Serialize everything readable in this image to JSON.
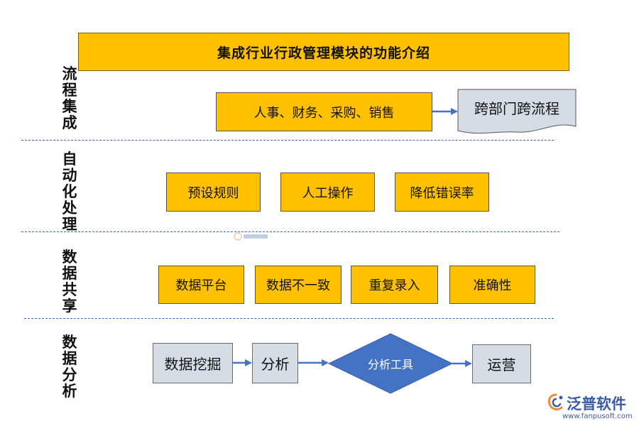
{
  "title": "集成行业行政管理模块的功能介绍",
  "sections": [
    {
      "label": "流程集成",
      "boxes": [
        "人事、财务、采购、销售"
      ],
      "document": "跨部门跨流程"
    },
    {
      "label": "自动化处理",
      "boxes": [
        "预设规则",
        "人工操作",
        "降低错误率"
      ]
    },
    {
      "label": "数据共享",
      "boxes": [
        "数据平台",
        "数据不一致",
        "重复录入",
        "准确性"
      ]
    },
    {
      "label": "数据分析",
      "boxes": [
        "数据挖掘",
        "分析"
      ],
      "decision": "分析工具",
      "result": "运营"
    }
  ],
  "logo": {
    "name": "泛普软件",
    "url": "www.fanpusoft.com"
  },
  "colors": {
    "gold": "#ffc000",
    "grey_box": "#d6dce5",
    "diamond": "#4472c4",
    "arrow": "#4472c4",
    "divider": "#3f63a6"
  },
  "icons": {
    "logo": "swirl-logo-icon",
    "watermark": "faint-logo-watermark"
  }
}
